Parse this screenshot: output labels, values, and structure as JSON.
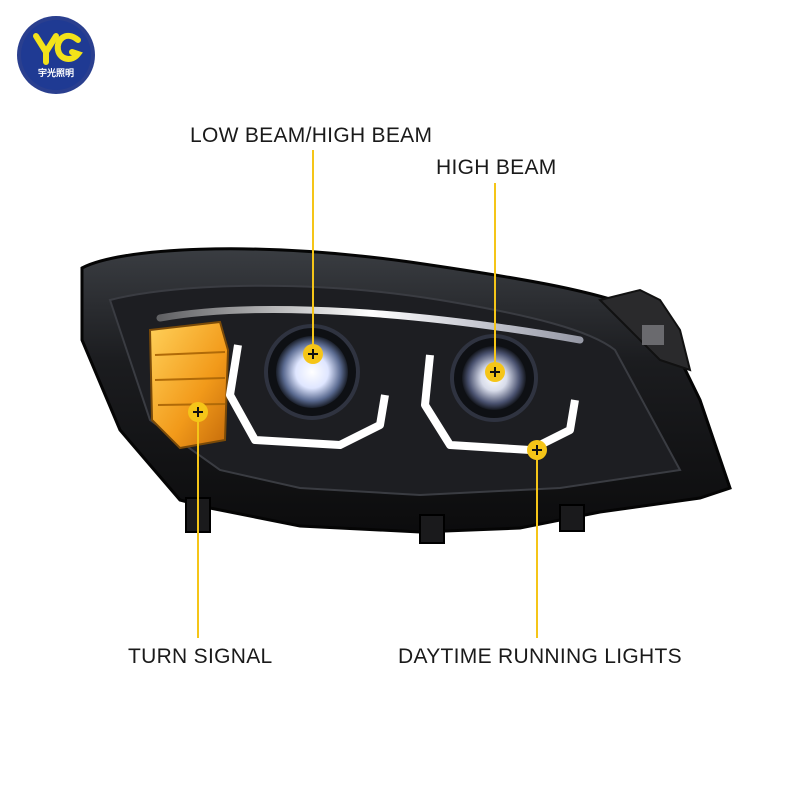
{
  "brand": {
    "logo_text": "宇光照明",
    "logo_icon": "yg-logo-icon",
    "colors": {
      "ring": "#2a3f8f",
      "fill": "#1f3a93",
      "mark": "#f2e21a"
    }
  },
  "callouts": {
    "low_high_beam": "LOW BEAM/HIGH BEAM",
    "high_beam": "HIGH BEAM",
    "turn_signal": "TURN SIGNAL",
    "daytime_running_lights": "DAYTIME RUNNING LIGHTS"
  },
  "colors": {
    "callout_line": "#f5c518",
    "amber": "#f0a020",
    "housing": "#141414",
    "drl": "#f4f6ff"
  }
}
